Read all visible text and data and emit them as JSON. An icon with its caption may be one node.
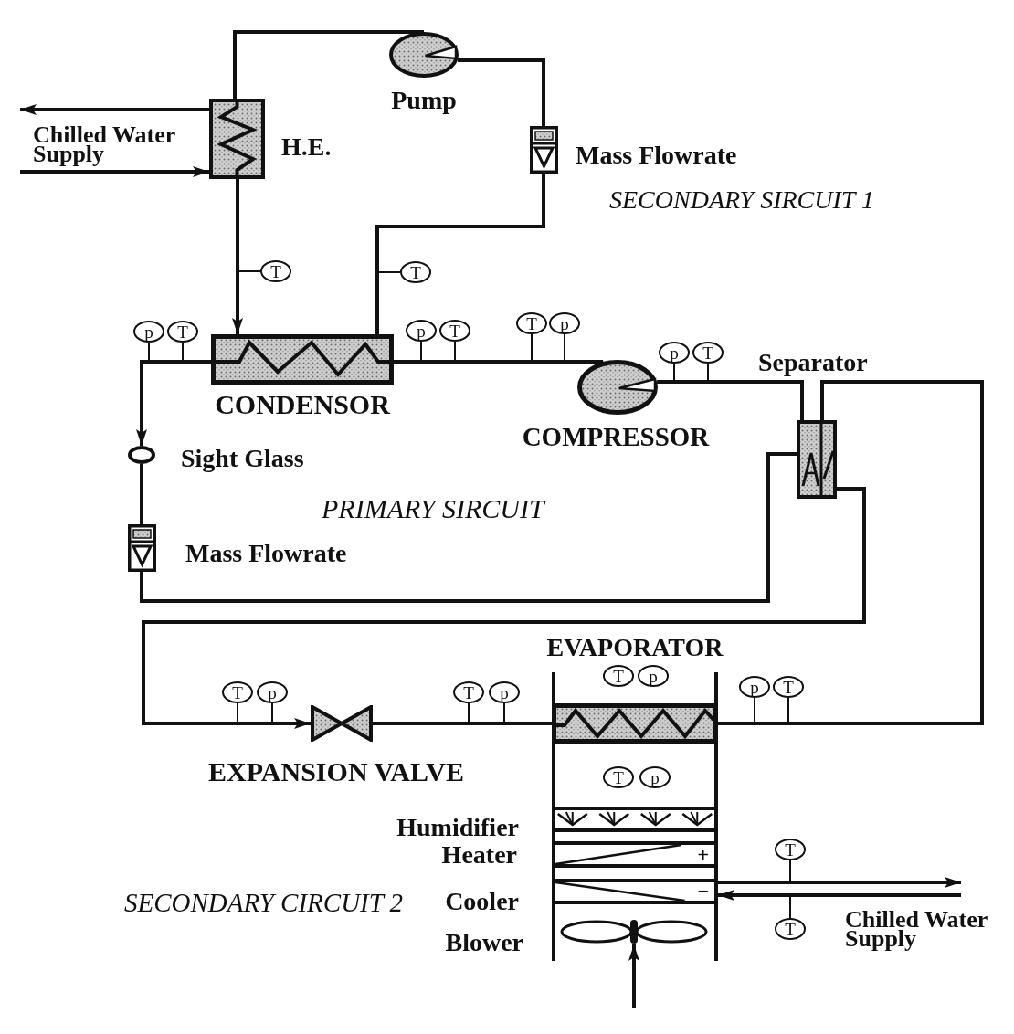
{
  "diagram": {
    "nodes": [
      {
        "text": [],
        "shape": "box",
        "beside": [
          "H.E."
        ]
      },
      {
        "text": [],
        "shape": "circle",
        "beside": [
          "Pump"
        ]
      },
      {
        "text": [],
        "shape": "box",
        "beside": [
          "Mass Flowrate"
        ]
      },
      {
        "text": [],
        "shape": "box",
        "beside": [
          "CONDENSOR"
        ]
      },
      {
        "text": [],
        "shape": "circle",
        "beside": [
          "COMPRESSOR"
        ]
      },
      {
        "text": [],
        "shape": "box",
        "beside": [
          "Separator"
        ]
      },
      {
        "text": [],
        "shape": "circle",
        "beside": [
          "Sight Glass"
        ]
      },
      {
        "text": [],
        "shape": "box",
        "beside": [
          "Mass Flowrate"
        ]
      },
      {
        "text": [],
        "shape": "picture",
        "beside": [
          "EXPANSION VALVE"
        ]
      },
      {
        "text": [],
        "shape": "box"
      },
      {
        "text": [],
        "shape": "box",
        "beside": [
          "Humidifier"
        ]
      },
      {
        "text": [
          "+"
        ],
        "beside": [
          "Heater"
        ]
      },
      {
        "text": [
          "−"
        ],
        "beside": [
          "Cooler"
        ]
      },
      {
        "text": [],
        "shape": "picture",
        "beside": [
          "Blower"
        ]
      },
      {
        "text": [
          "T"
        ]
      },
      {
        "text": [
          "T"
        ]
      },
      {
        "text": [
          "p"
        ]
      },
      {
        "text": [
          "T"
        ]
      },
      {
        "text": [
          "p"
        ]
      },
      {
        "text": [
          "T"
        ]
      },
      {
        "text": [
          "T"
        ]
      },
      {
        "text": [
          "p"
        ]
      },
      {
        "text": [
          "p"
        ]
      },
      {
        "text": [
          "T"
        ]
      },
      {
        "text": [
          "T"
        ]
      },
      {
        "text": [
          "p"
        ]
      },
      {
        "text": [
          "T"
        ]
      },
      {
        "text": [
          "p"
        ]
      },
      {
        "text": [
          "T"
        ]
      },
      {
        "text": [
          "p"
        ]
      },
      {
        "text": [
          "p"
        ]
      },
      {
        "text": [
          "T"
        ]
      },
      {
        "text": [
          "T"
        ]
      },
      {
        "text": [
          "p"
        ]
      },
      {
        "text": [
          "T"
        ]
      },
      {
        "text": [
          "T"
        ]
      }
    ],
    "edges": [
      {
        "from": 1,
        "to": 0,
        "arrow": "none",
        "style": "thick"
      },
      {
        "from": 0,
        "to": 3,
        "arrow": "to",
        "style": "thick"
      },
      {
        "from": 3,
        "to": 2,
        "arrow": "none",
        "style": "thick"
      },
      {
        "from": 2,
        "to": 1,
        "arrow": "none",
        "style": "thick"
      },
      {
        "from": null,
        "to": 0,
        "arrow": "to",
        "style": "thick"
      },
      {
        "from": 0,
        "to": null,
        "arrow": "to",
        "style": "thick"
      },
      {
        "from": 3,
        "to": 6,
        "arrow": "to",
        "style": "thick"
      },
      {
        "from": 6,
        "to": 7,
        "arrow": "none",
        "style": "thick"
      },
      {
        "from": 7,
        "to": 5,
        "arrow": "none",
        "style": "thick"
      },
      {
        "from": 5,
        "to": 8,
        "arrow": "to",
        "style": "thick"
      },
      {
        "from": 8,
        "to": 9,
        "arrow": "none",
        "style": "thick"
      },
      {
        "from": 9,
        "to": 5,
        "arrow": "none",
        "style": "thick"
      },
      {
        "from": 5,
        "to": 4,
        "arrow": "none",
        "style": "thick"
      },
      {
        "from": 4,
        "to": 3,
        "arrow": "none",
        "style": "thick"
      },
      {
        "from": 12,
        "to": null,
        "arrow": "to",
        "style": "thick"
      },
      {
        "from": null,
        "to": 12,
        "arrow": "to",
        "style": "thick"
      },
      {
        "from": null,
        "to": 13,
        "arrow": "to",
        "style": "thick"
      },
      {
        "from": 14,
        "to": null,
        "arrow": "none"
      },
      {
        "from": 15,
        "to": null,
        "arrow": "none"
      },
      {
        "from": 16,
        "to": null,
        "arrow": "none"
      },
      {
        "from": 17,
        "to": null,
        "arrow": "none"
      },
      {
        "from": 18,
        "to": null,
        "arrow": "none"
      },
      {
        "from": 19,
        "to": null,
        "arrow": "none"
      },
      {
        "from": 20,
        "to": null,
        "arrow": "none"
      },
      {
        "from": 21,
        "to": null,
        "arrow": "none"
      },
      {
        "from": 22,
        "to": null,
        "arrow": "none"
      },
      {
        "from": 23,
        "to": null,
        "arrow": "none"
      },
      {
        "from": 24,
        "to": null,
        "arrow": "none"
      },
      {
        "from": 25,
        "to": null,
        "arrow": "none"
      },
      {
        "from": 26,
        "to": null,
        "arrow": "none"
      },
      {
        "from": 27,
        "to": null,
        "arrow": "none"
      },
      {
        "from": 30,
        "to": null,
        "arrow": "none"
      },
      {
        "from": 31,
        "to": null,
        "arrow": "none"
      },
      {
        "from": 34,
        "to": null,
        "arrow": "none"
      },
      {
        "from": 35,
        "to": null,
        "arrow": "none"
      }
    ],
    "labels": [
      "Chilled Water Supply",
      "SECONDARY SIRCUIT 1",
      "PRIMARY SIRCUIT",
      "EVAPORATOR",
      "SECONDARY CIRCUIT 2",
      "Chilled Water Supply"
    ]
  }
}
